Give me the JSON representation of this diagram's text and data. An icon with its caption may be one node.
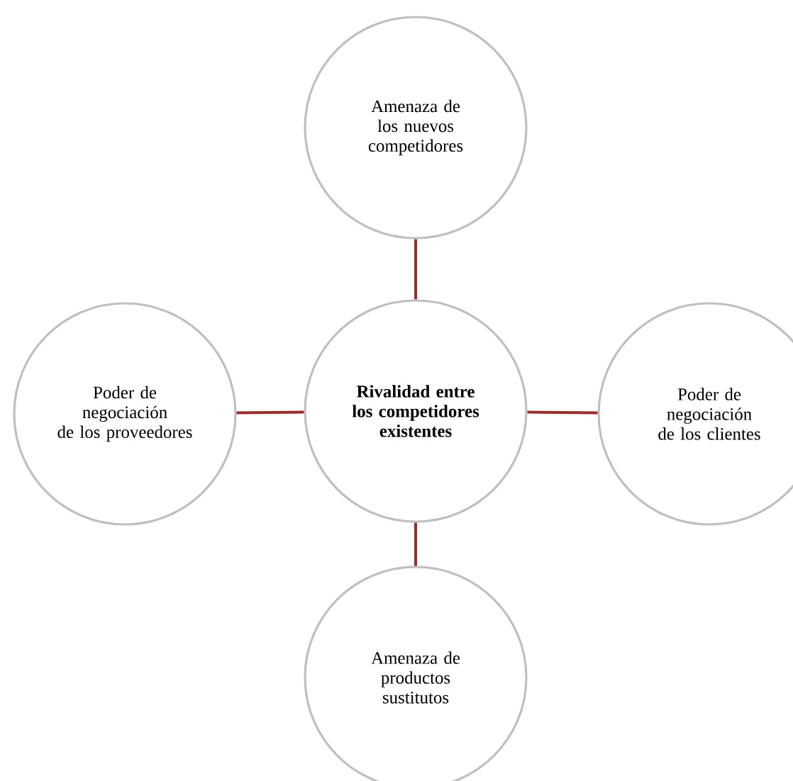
{
  "diagram": {
    "nodes": [
      {
        "text": [
          "Amenaza de los nuevos competidores"
        ]
      },
      {
        "text": [
          "Poder de negociación de los proveedores"
        ]
      },
      {
        "text": [
          "Rivalidad entre los competidores existentes"
        ]
      },
      {
        "text": [
          "Poder de negociación de los clientes"
        ]
      },
      {
        "text": [
          "Amenaza de productos sustitutos"
        ]
      }
    ],
    "edges": [
      {
        "from": 2,
        "to": 0,
        "arrow": "none"
      },
      {
        "from": 2,
        "to": 1,
        "arrow": "none"
      },
      {
        "from": 2,
        "to": 3,
        "arrow": "none"
      },
      {
        "from": 2,
        "to": 4,
        "arrow": "none"
      }
    ]
  }
}
